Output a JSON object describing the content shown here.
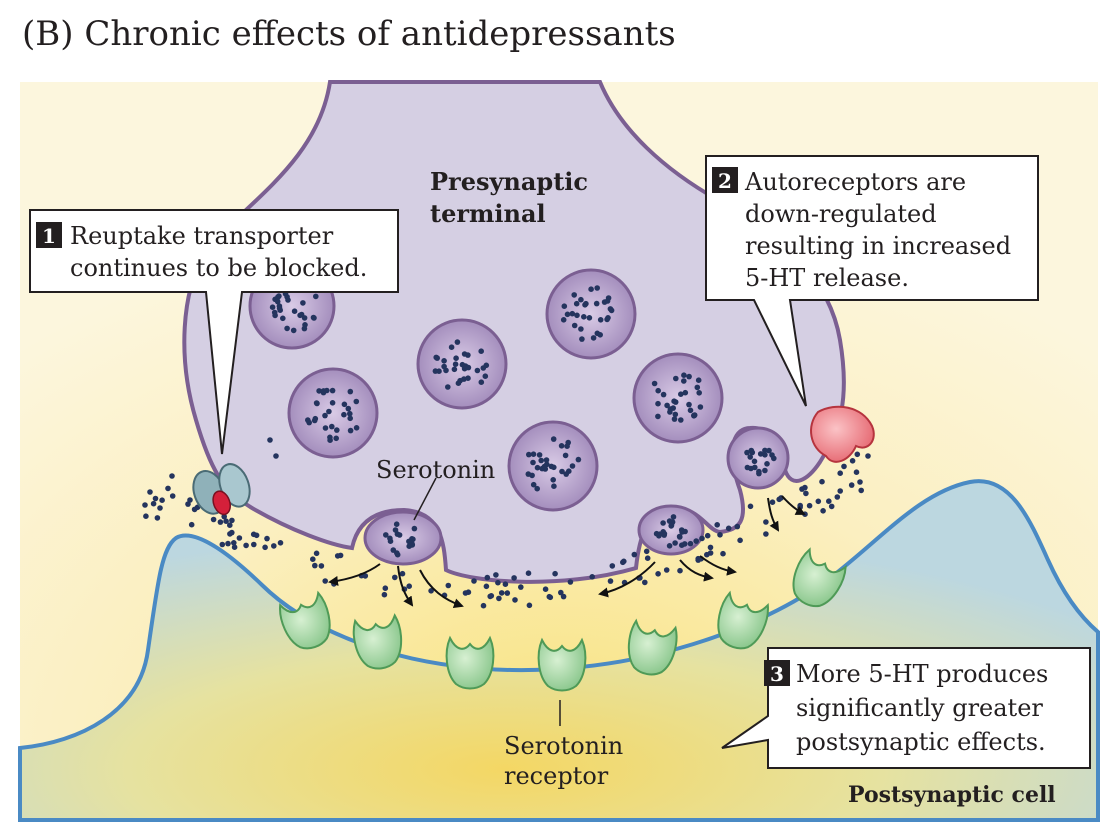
{
  "title": "(B)  Chronic effects of antidepressants",
  "labels": {
    "presynaptic": [
      "Presynaptic",
      "terminal"
    ],
    "postsynaptic": "Postsynaptic cell",
    "serotonin": "Serotonin",
    "receptor": [
      "Serotonin",
      "receptor"
    ]
  },
  "callouts": [
    {
      "number": "1",
      "lines": [
        "Reuptake transporter",
        "continues to be blocked."
      ]
    },
    {
      "number": "2",
      "lines": [
        "Autoreceptors are",
        "down-regulated",
        "resulting in increased",
        "5-HT release."
      ]
    },
    {
      "number": "3",
      "lines": [
        "More 5-HT produces",
        "significantly greater",
        "postsynaptic effects."
      ]
    }
  ],
  "colors": {
    "background": "#fbf3d0",
    "presynaptic_fill": "#d5cfe3",
    "membrane": "#7b5f92",
    "vesicle_fill": "#b9a6cf",
    "dot": "#24345e",
    "receptor": "#9fd3a0",
    "autoreceptor": "#ef7b82",
    "transporter": "#8fb1b9",
    "post_membrane": "#4a8ac4",
    "post_fill": "#c5dfe8"
  }
}
